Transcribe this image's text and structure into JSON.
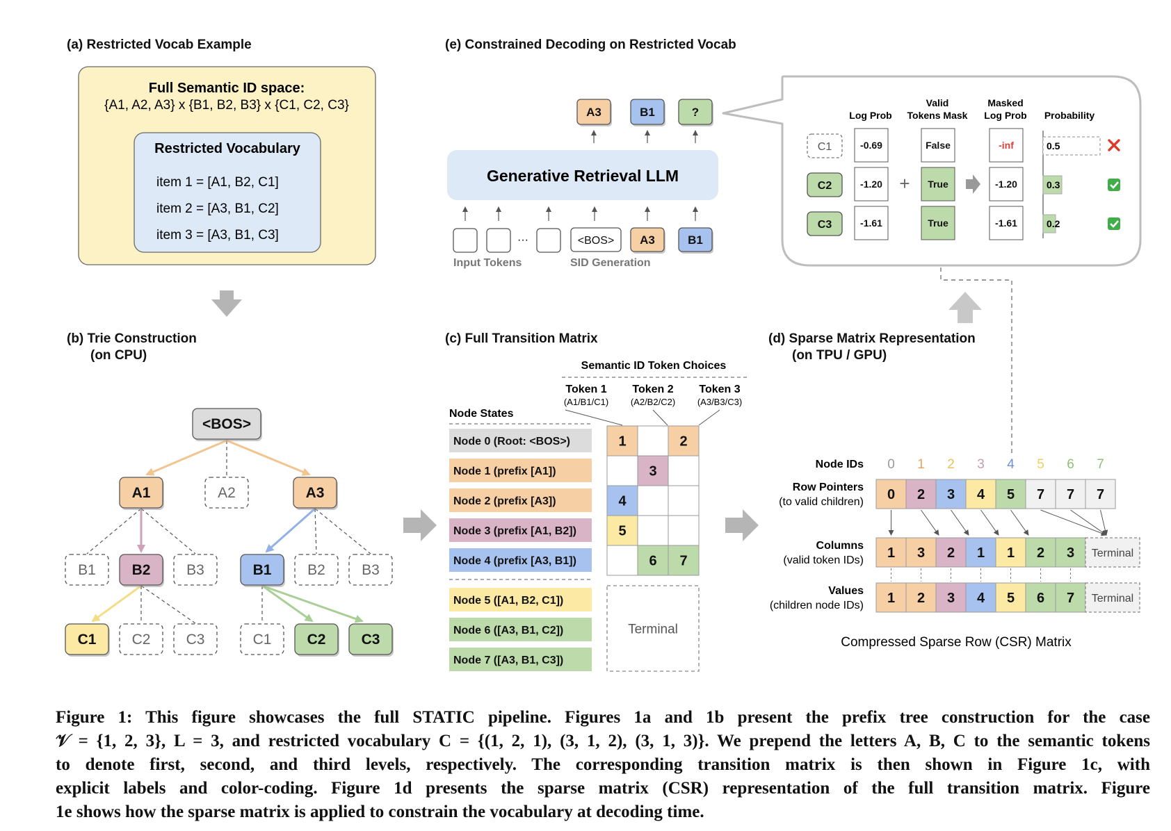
{
  "panels": {
    "a_title": "(a) Restricted Vocab Example",
    "b_title_1": "(b) Trie Construction",
    "b_title_2": "(on CPU)",
    "c_title": "(c) Full Transition Matrix",
    "d_title_1": "(d) Sparse Matrix Representation",
    "d_title_2": "(on TPU / GPU)",
    "e_title": "(e) Constrained Decoding on Restricted Vocab"
  },
  "vocab": {
    "full_title": "Full Semantic ID space:",
    "full_expr": "{A1, A2, A3} x {B1, B2, B3} x {C1, C2, C3}",
    "restricted_title": "Restricted Vocabulary",
    "items": [
      "item 1 = [A1, B2, C1]",
      "item 2 = [A3, B1, C2]",
      "item 3 = [A3, B1, C3]"
    ]
  },
  "trie": {
    "root": "<BOS>",
    "level1": [
      "A1",
      "A2",
      "A3"
    ],
    "level2": [
      "B1",
      "B2",
      "B3",
      "B1",
      "B2",
      "B3"
    ],
    "level3": [
      "C1",
      "C2",
      "C3",
      "C1",
      "C2",
      "C3"
    ]
  },
  "transition": {
    "group_header": "Semantic ID Token Choices",
    "token_headers": [
      {
        "name": "Token 1",
        "sub": "(A1/B1/C1)"
      },
      {
        "name": "Token 2",
        "sub": "(A2/B2/C2)"
      },
      {
        "name": "Token 3",
        "sub": "(A3/B3/C3)"
      }
    ],
    "node_states_label": "Node States",
    "rows": [
      {
        "label": "Node 0 (Root: <BOS>)",
        "cells": [
          "1",
          "",
          "2"
        ]
      },
      {
        "label": "Node 1 (prefix [A1])",
        "cells": [
          "",
          "3",
          ""
        ]
      },
      {
        "label": "Node 2 (prefix [A3])",
        "cells": [
          "4",
          "",
          ""
        ]
      },
      {
        "label": "Node 3 (prefix [A1, B2])",
        "cells": [
          "5",
          "",
          ""
        ]
      },
      {
        "label": "Node 4 (prefix [A3, B1])",
        "cells": [
          "",
          "6",
          "7"
        ]
      }
    ],
    "terminal_rows": [
      "Node 5 ([A1, B2, C1])",
      "Node 6 ([A3, B1, C2])",
      "Node 7 ([A3, B1, C3])"
    ],
    "terminal_label": "Terminal"
  },
  "csr": {
    "node_ids_label": "Node IDs",
    "node_ids": [
      "0",
      "1",
      "2",
      "3",
      "4",
      "5",
      "6",
      "7"
    ],
    "row_pointers_label": "Row Pointers",
    "row_pointers_sub": "(to valid children)",
    "row_pointers": [
      "0",
      "2",
      "3",
      "4",
      "5",
      "7",
      "7",
      "7"
    ],
    "columns_label": "Columns",
    "columns_sub": "(valid token IDs)",
    "columns": [
      "1",
      "3",
      "2",
      "1",
      "1",
      "2",
      "3"
    ],
    "values_label": "Values",
    "values_sub": "(children node IDs)",
    "values": [
      "1",
      "2",
      "3",
      "4",
      "5",
      "6",
      "7"
    ],
    "terminal_label": "Terminal",
    "footer": "Compressed Sparse Row (CSR) Matrix"
  },
  "decoding": {
    "outputs": [
      "A3",
      "B1",
      "?"
    ],
    "model_label": "Generative Retrieval LLM",
    "inputs_ellipsis": "···",
    "bos": "<BOS>",
    "sid_inputs": [
      "A3",
      "B1"
    ],
    "input_tokens_label": "Input Tokens",
    "sid_generation_label": "SID Generation",
    "headers": {
      "log_prob": "Log Prob",
      "mask_1": "Valid",
      "mask_2": "Tokens Mask",
      "masked_1": "Masked",
      "masked_2": "Log Prob",
      "prob": "Probability"
    },
    "plus": "+",
    "rows": [
      {
        "token": "C1",
        "log_prob": "-0.69",
        "mask": "False",
        "masked": "-inf",
        "prob": "0.5",
        "prob_value": 0.5,
        "status": "cross"
      },
      {
        "token": "C2",
        "log_prob": "-1.20",
        "mask": "True",
        "masked": "-1.20",
        "prob": "0.3",
        "prob_value": 0.3,
        "status": "check"
      },
      {
        "token": "C3",
        "log_prob": "-1.61",
        "mask": "True",
        "masked": "-1.61",
        "prob": "0.2",
        "prob_value": 0.2,
        "status": "check"
      }
    ]
  },
  "colors": {
    "orange": "#f6cfa5",
    "purple": "#d9b3c6",
    "blue": "#a8c2ef",
    "yellow": "#fbe9a4",
    "green": "#bcdaaa",
    "gray": "#dcdcdc",
    "light_blue": "#dde9f7",
    "cream": "#fdf1c6",
    "arrow_gray": "#b5b5b5",
    "cross_red": "#e0392b",
    "check_green": "#3fae49"
  },
  "caption": {
    "lines": [
      "Figure 1: This figure showcases the full STATIC pipeline. Figures 1a and 1b present the prefix tree construction for the case",
      "𝒱 = {1, 2, 3}, L = 3, and restricted vocabulary C = {(1, 2, 1), (3, 1, 2), (3, 1, 3)}. We prepend the letters A, B, C to the semantic tokens",
      "to denote first, second, and third levels, respectively. The corresponding transition matrix is then shown in Figure 1c, with",
      "explicit labels and color-coding. Figure 1d presents the sparse matrix (CSR) representation of the full transition matrix. Figure",
      "1e shows how the sparse matrix is applied to constrain the vocabulary at decoding time."
    ]
  }
}
